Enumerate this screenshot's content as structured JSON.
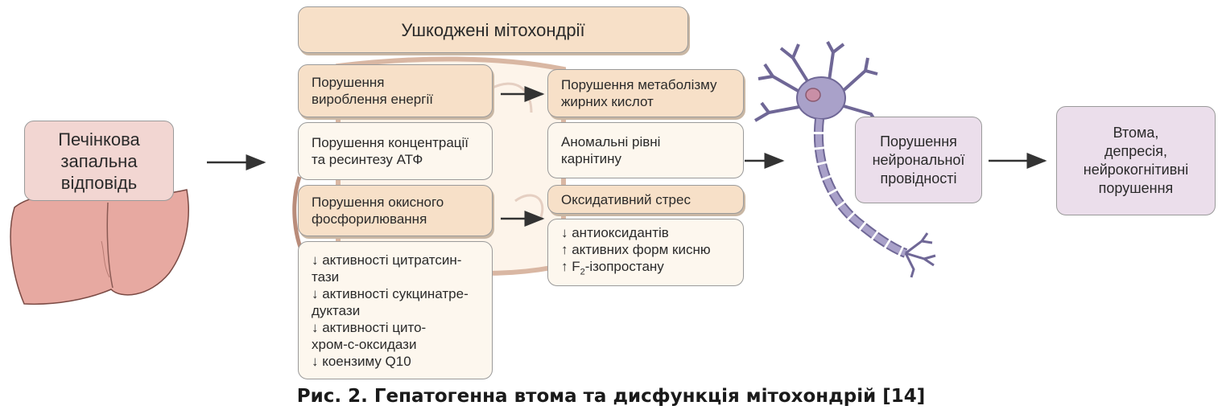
{
  "title_box": "Ушкоджені мітохондрії",
  "liver_box": "Печінкова\nзапальна\nвідповідь",
  "left_column": [
    "Порушення\nвироблення енергії",
    "Порушення концентрації\nта ресинтезу АТФ",
    "Порушення окисного\nфосфорилювання",
    "↓ активності цитратсин-\nтази\n↓ активності сукцинатре-\nдуктази\n↓ активності цито-\nхром-с-оксидази\n↓ коензиму Q10"
  ],
  "right_column": [
    "Порушення метаболізму\nжирних кислот",
    "Аномальні рівні\nкарнітину",
    "Оксидативний стрес"
  ],
  "oxidative_list": {
    "line1": "↓ антиоксидантів",
    "line2": "↑ активних форм кисню",
    "line3_prefix": "↑ F",
    "line3_sub": "2",
    "line3_suffix": "-ізопростану"
  },
  "neuronal_box": "Порушення\nнейрональної\nпровідності",
  "outcome_box": "Втома,\nдепресія,\nнейрокогнітивні\nпорушення",
  "caption": "Рис. 2. Гепатогенна втома та дисфункція мітохондрій [14]",
  "colors": {
    "peach": "#f7e0c8",
    "cream": "#fdf7ee",
    "pink": "#f2d6d2",
    "lavender": "#ebdeeb",
    "liver": "#e7a9a1",
    "neuron": "#a9a1c9",
    "nucleus": "#c98fa6"
  }
}
